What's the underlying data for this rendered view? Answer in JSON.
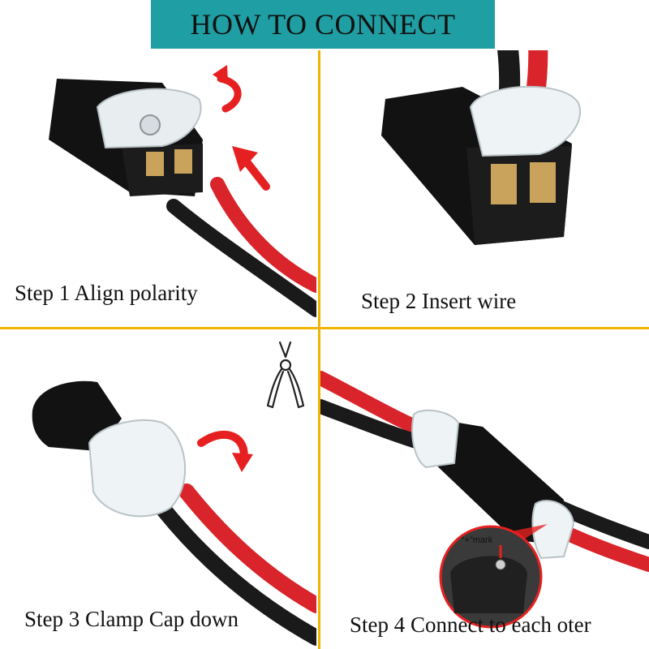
{
  "title": "HOW TO CONNECT",
  "steps": [
    {
      "caption": "Step 1 Align polarity"
    },
    {
      "caption": "Step 2 Insert wire"
    },
    {
      "caption": "Step 3 Clamp Cap down"
    },
    {
      "caption": "Step 4 Connect to each oter"
    }
  ],
  "inset": {
    "mark_label": "“+”mark"
  },
  "colors": {
    "banner": "#1f9ea3",
    "divider": "#f2b400",
    "arrow": "#e62020",
    "wire_red": "#d8242a",
    "wire_black": "#1a1a1a",
    "connector": "#121212"
  },
  "icons": [
    "curved-arrow-icon",
    "up-arrow-icon",
    "pliers-icon"
  ]
}
